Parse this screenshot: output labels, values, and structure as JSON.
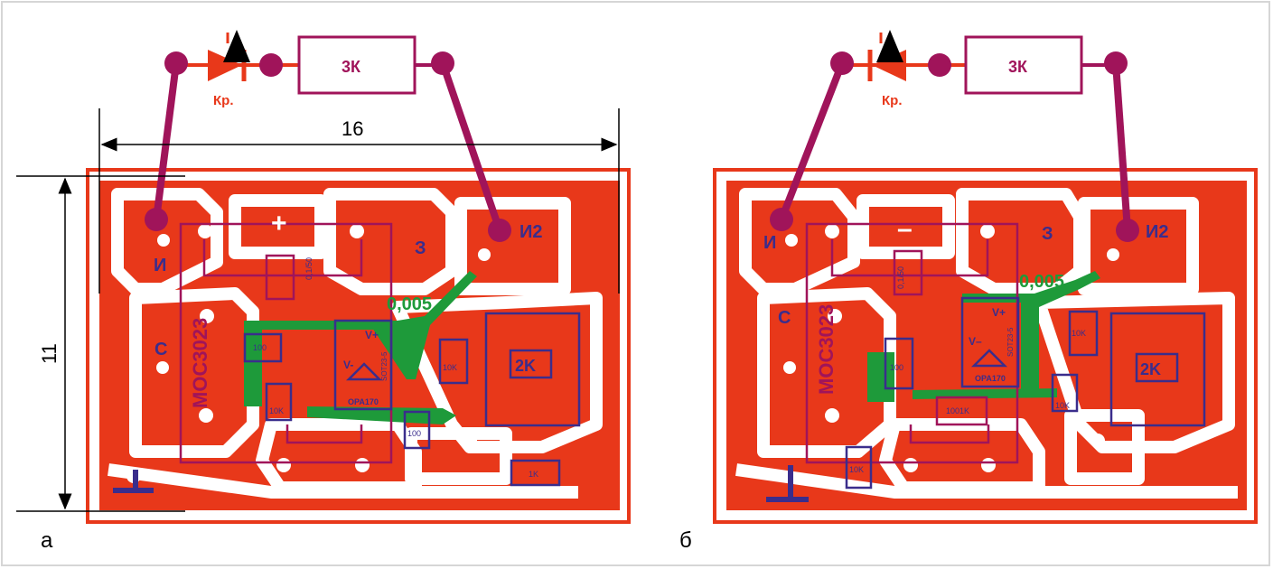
{
  "figure": {
    "panels": [
      {
        "label": "а",
        "diode_label": "Кр.",
        "resistor_label": "3К",
        "dimension_width": "16",
        "dimension_height": "11",
        "pads": {
          "i": "И",
          "i2": "И2",
          "z": "З",
          "c": "С",
          "plus": "+"
        },
        "chip_label": "MOC3023",
        "opamp": {
          "label": "OPA170",
          "pkg": "SOT23-5",
          "vplus": "V+",
          "vminus": "V-"
        },
        "capacitor_value": "0,005",
        "trimmer": "2K",
        "small_cap": "0,1/50",
        "parts": [
          "100",
          "10K",
          "10K",
          "100",
          "1K"
        ]
      },
      {
        "label": "б",
        "diode_label": "Кр.",
        "resistor_label": "3К",
        "pads": {
          "i": "И",
          "i2": "И2",
          "z": "З",
          "c": "С",
          "minus": "–"
        },
        "chip_label": "MOC3023",
        "opamp": {
          "label": "OPA170",
          "pkg": "SOT23-5",
          "vplus": "V+",
          "vminus": "V–"
        },
        "capacitor_value": "0,005",
        "trimmer": "2K",
        "small_cap": "0,1/50",
        "parts": [
          "100",
          "10K",
          "10K",
          "100",
          "1K",
          "10K"
        ]
      }
    ],
    "colors": {
      "copper": "#e8381a",
      "mask": "#a0145a",
      "silk": "#3a2d8c",
      "green": "#1e9a3a",
      "frame": "#d6d6d6"
    }
  }
}
